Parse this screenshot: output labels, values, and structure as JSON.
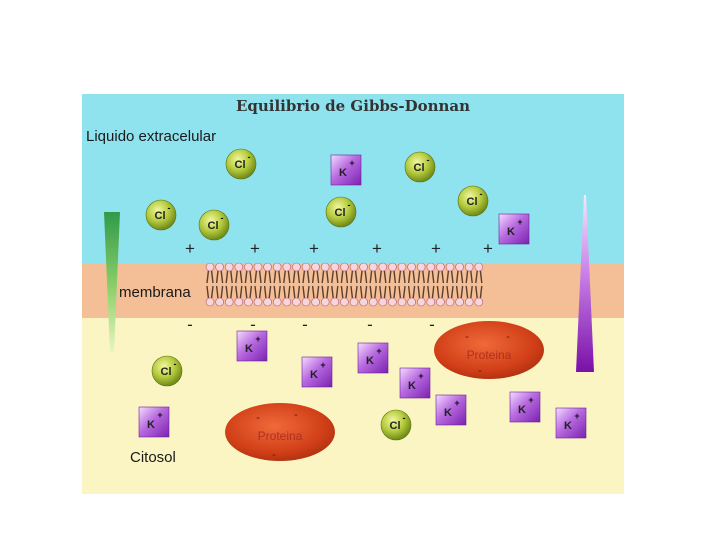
{
  "title": "Equilibrio de Gibbs-Donnan",
  "labels": {
    "extracellular": "Liquido extracelular",
    "membrane": "membrana",
    "cytosol": "Citosol"
  },
  "colors": {
    "extracellular": "#8fe3ef",
    "membrane_band": "#f4bf96",
    "cytosol": "#fbf5c4",
    "chloride": "#a7c23a",
    "potassium": "#9a43c9",
    "protein": "#d8401c"
  },
  "ions": {
    "chloride": {
      "symbol": "Cl",
      "charge": "-"
    },
    "potassium": {
      "symbol": "K",
      "charge": "+"
    }
  },
  "membrane_charges": {
    "outer": "+",
    "inner": "-"
  },
  "protein_label": "Proteina",
  "protein_charge": "-",
  "gradients": [
    "green-gradient-wedge",
    "purple-gradient-wedge"
  ]
}
